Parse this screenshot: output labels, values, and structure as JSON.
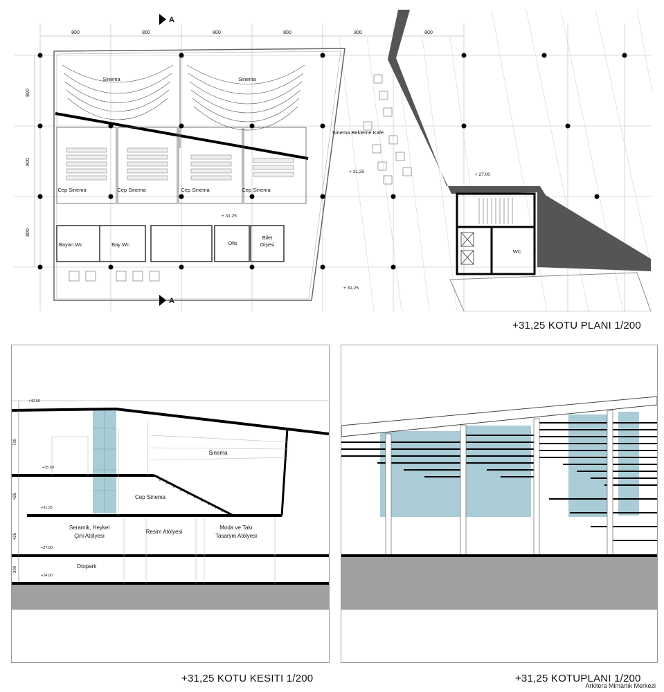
{
  "plan": {
    "caption": "+31,25 KOTU PLANI  1/200",
    "grid_dims": [
      "800",
      "800",
      "800",
      "800",
      "800",
      "800"
    ],
    "side_dims": [
      "800",
      "800",
      "800"
    ],
    "section_marker": "A",
    "rooms": {
      "sinema_left": "Sinema",
      "sinema_right": "Sinema",
      "cep_sinema_1": "Cep Sinema",
      "cep_sinema_2": "Cep Sinema",
      "cep_sinema_3": "Cep Sinema",
      "cep_sinema_4": "Cep Sinema",
      "bayan_wc": "Bayan Wc",
      "bay_wc": "Bay Wc",
      "ofis": "Ofis",
      "bilet_1": "Bilet",
      "bilet_2": "Gişesi",
      "kafe": "Sinema Bekleme Kafe",
      "wc": "WC"
    },
    "levels": {
      "l1": "+ 31,25",
      "l2": "+ 27,00",
      "l3": "+ 31,25",
      "l4": "+ 31,25"
    }
  },
  "section": {
    "caption": "+31,25 KOTU KESITI 1/200",
    "levels": [
      "+42.50",
      "+35.50",
      "+31.25",
      "+27.00",
      "+24.00"
    ],
    "heights": [
      "700",
      "425",
      "425",
      "300"
    ],
    "rooms": {
      "sinema": "Sinema",
      "cep_sinema": "Cep Sinema",
      "seramik_1": "Seramik, Heykel",
      "seramik_2": "Çini Atölyesi",
      "resim": "Resim Atölyesi",
      "moda_1": "Moda ve Takı",
      "moda_2": "Tasarÿm Atölyesi",
      "otopark": "Otopark"
    }
  },
  "elevation": {
    "caption": "+31,25 KOTUPLANI 1/200"
  },
  "watermark": "Arkitera Mimarlık Merkezi",
  "colors": {
    "glass": "#a9ccd6",
    "ground": "#a0a0a0",
    "wall": "#555555",
    "line": "#111111"
  }
}
